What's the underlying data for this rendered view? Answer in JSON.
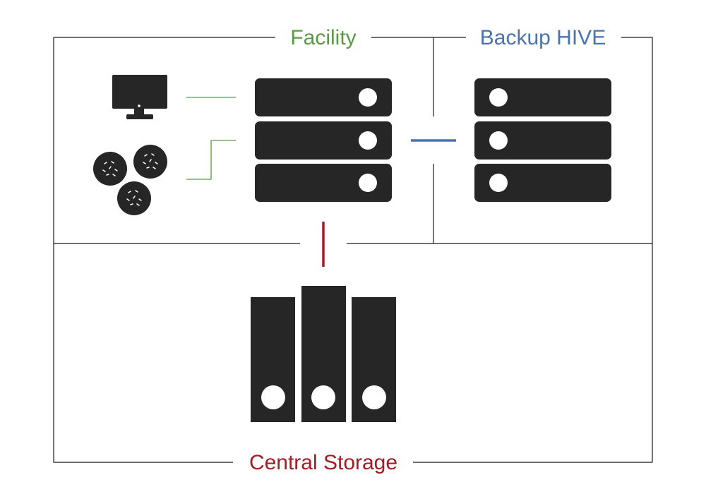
{
  "labels": {
    "facility": "Facility",
    "backup": "Backup HIVE",
    "central": "Central Storage"
  },
  "colors": {
    "facility": "#5a9a45",
    "backup": "#4a73b0",
    "central": "#a41c24",
    "border": "#1a1a1a",
    "device": "#262626",
    "background": "#ffffff"
  },
  "icons": {
    "workstation": "monitor-icon",
    "samples": "petri-dish-icon",
    "facility_server": "server-rack-icon",
    "backup_server": "server-rack-icon",
    "central_storage": "storage-tower-icon"
  }
}
